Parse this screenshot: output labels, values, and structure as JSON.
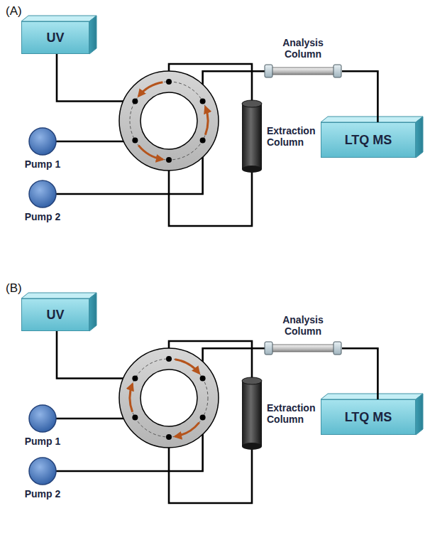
{
  "diagram": {
    "nodes": [
      {
        "text": [
          "UV"
        ]
      },
      {
        "text": [
          "Analysis Column"
        ]
      },
      {
        "text": [
          "Extraction Column"
        ]
      },
      {
        "text": [
          "LTQ MS"
        ]
      },
      {
        "text": [
          "Pump 1"
        ]
      },
      {
        "text": [
          "Pump 2"
        ]
      },
      {
        "text": [
          "UV"
        ]
      },
      {
        "text": [
          "Analysis Column"
        ]
      },
      {
        "text": [
          "Extraction Column"
        ]
      },
      {
        "text": [
          "LTQ MS"
        ]
      },
      {
        "text": [
          "Pump 1"
        ]
      },
      {
        "text": [
          "Pump 2"
        ]
      }
    ],
    "edges": [
      {
        "from": 1,
        "to": 3,
        "arrow": "none"
      },
      {
        "from": 7,
        "to": 9,
        "arrow": "none"
      }
    ],
    "labels": [
      "(A)",
      "(B)"
    ]
  }
}
